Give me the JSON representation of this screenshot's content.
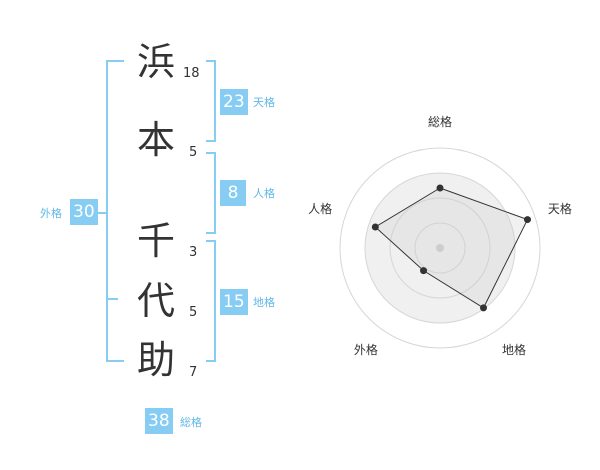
{
  "name": {
    "chars": [
      {
        "char": "浜",
        "strokes": "18"
      },
      {
        "char": "本",
        "strokes": "5"
      },
      {
        "char": "千",
        "strokes": "3"
      },
      {
        "char": "代",
        "strokes": "5"
      },
      {
        "char": "助",
        "strokes": "7"
      }
    ]
  },
  "fortunes": {
    "tenkaku": {
      "value": "23",
      "label": "天格"
    },
    "jinkaku": {
      "value": "8",
      "label": "人格"
    },
    "chikaku": {
      "value": "15",
      "label": "地格"
    },
    "gaikaku": {
      "value": "30",
      "label": "外格"
    },
    "soukaku": {
      "value": "38",
      "label": "総格"
    }
  },
  "colors": {
    "accent": "#87cdf3",
    "accent_text": "#5fb8e8"
  },
  "chart_data": {
    "type": "radar",
    "axes": [
      "総格",
      "天格",
      "地格",
      "外格",
      "人格"
    ],
    "values": [
      3.0,
      4.6,
      3.7,
      1.4,
      3.4
    ],
    "max": 5,
    "rings": 4
  }
}
